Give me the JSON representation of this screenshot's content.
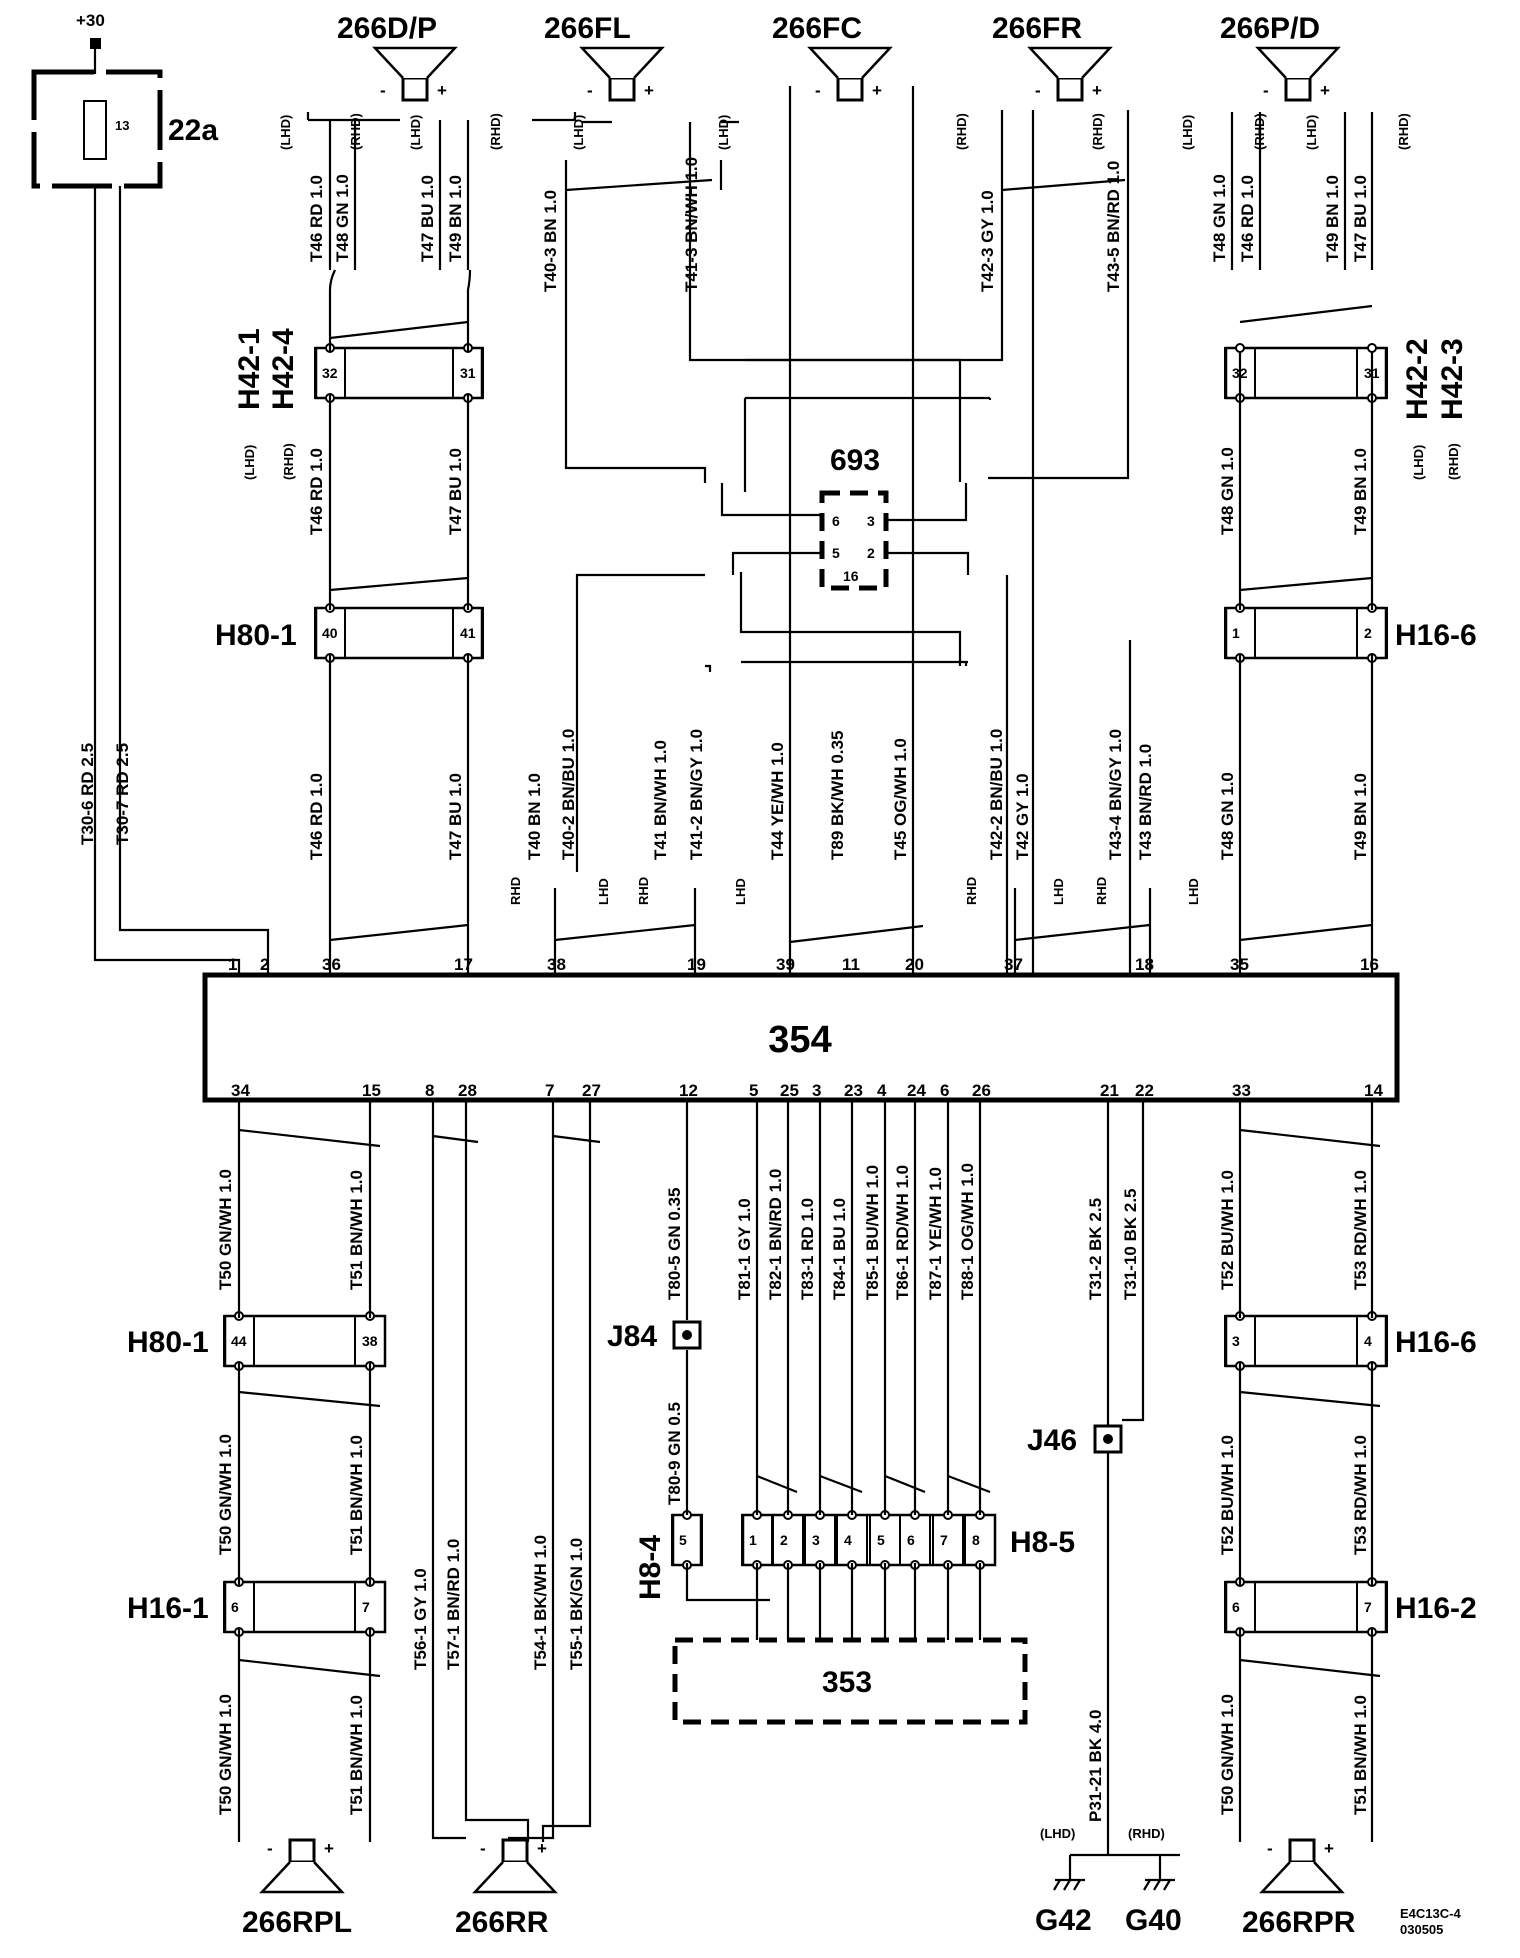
{
  "fuse": {
    "supply": "+30",
    "number": "13",
    "box": "22a"
  },
  "module_main": "354",
  "module_693": "693",
  "module_353": "353",
  "speakers_top": [
    "266D/P",
    "266FL",
    "266FC",
    "266FR",
    "266P/D"
  ],
  "speakers_bottom": [
    "266RPL",
    "266RR",
    "266RPR"
  ],
  "grounds": [
    "G42",
    "G40"
  ],
  "ground_variants": [
    "(LHD)",
    "(RHD)"
  ],
  "splices": [
    "J84",
    "J46"
  ],
  "drive_variants": {
    "lhd": "LHD",
    "rhd": "RHD",
    "lhd_p": "(LHD)",
    "rhd_p": "(RHD)"
  },
  "connectors": {
    "h42_left": [
      "H42-1",
      "H42-4"
    ],
    "h42_right": [
      "H42-2",
      "H42-3"
    ],
    "h80_1": "H80-1",
    "h16_6": "H16-6",
    "h16_1": "H16-1",
    "h16_2": "H16-2",
    "h8_4": "H8-4",
    "h8_5": "H8-5"
  },
  "pins": {
    "h42_left": [
      "32",
      "31"
    ],
    "h42_right": [
      "32",
      "31"
    ],
    "h80_top": [
      "40",
      "41"
    ],
    "h16_6_top": [
      "1",
      "2"
    ],
    "h80_bot": [
      "44",
      "38"
    ],
    "h16_6_bot": [
      "3",
      "4"
    ],
    "h16_1": [
      "6",
      "7"
    ],
    "h16_2": [
      "6",
      "7"
    ],
    "h8_4": "5",
    "h8_5": [
      "1",
      "2",
      "3",
      "4",
      "5",
      "6",
      "7",
      "8"
    ],
    "m693": [
      "6",
      "3",
      "5",
      "2",
      "16"
    ],
    "main_top": [
      "1",
      "2",
      "36",
      "17",
      "38",
      "19",
      "39",
      "11",
      "20",
      "37",
      "18",
      "35",
      "16"
    ],
    "main_bottom": [
      "34",
      "15",
      "8",
      "28",
      "7",
      "27",
      "12",
      "5",
      "25",
      "3",
      "23",
      "4",
      "24",
      "6",
      "26",
      "21",
      "22",
      "33",
      "14"
    ]
  },
  "polarity": {
    "minus": "-",
    "plus": "+"
  },
  "wire_labels_top": {
    "dp_lhd_m": "T46  RD  1.0",
    "dp_rhd_m": "T48  GN  1.0",
    "dp_lhd_p": "T47  BU  1.0",
    "dp_rhd_p": "T49  BN  1.0",
    "pd_lhd_m": "T48  GN  1.0",
    "pd_rhd_m": "T46  RD  1.0",
    "pd_lhd_p": "T49  BN  1.0",
    "pd_rhd_p": "T47  BU  1.0",
    "fl_m": "T40-3  BN  1.0",
    "fl_p": "T41-3  BN/WH  1.0",
    "fr_m": "T42-3  GY  1.0",
    "fr_p": "T43-5  BN/RD  1.0"
  },
  "wire_labels_mid": {
    "t46": "T46  RD  1.0",
    "t47": "T47  BU  1.0",
    "t48": "T48  GN  1.0",
    "t49": "T49  BN  1.0"
  },
  "wire_labels_low": {
    "t30_6": "T30-6  RD  2.5",
    "t30_7": "T30-7  RD  2.5",
    "t46": "T46  RD  1.0",
    "t47": "T47  BU  1.0",
    "t40": "T40  BN  1.0",
    "t40_2": "T40-2  BN/BU  1.0",
    "t41": "T41  BN/WH  1.0",
    "t41_2": "T41-2  BN/GY  1.0",
    "t44": "T44  YE/WH  1.0",
    "t89": "T89  BK/WH  0.35",
    "t45": "T45  OG/WH  1.0",
    "t42_2": "T42-2  BN/BU  1.0",
    "t42": "T42  GY  1.0",
    "t43_4": "T43-4  BN/GY  1.0",
    "t43": "T43  BN/RD  1.0",
    "t48": "T48  GN  1.0",
    "t49": "T49  BN  1.0"
  },
  "wire_labels_bottom": {
    "t50": "T50  GN/WH  1.0",
    "t51": "T51  BN/WH  1.0",
    "t56": "T56-1  GY  1.0",
    "t57": "T57-1  BN/RD  1.0",
    "t54": "T54-1  BK/WH  1.0",
    "t55": "T55-1  BK/GN  1.0",
    "t80_5": "T80-5  GN  0.35",
    "t80_9": "T80-9  GN  0.5",
    "t81": "T81-1  GY  1.0",
    "t82": "T82-1  BN/RD  1.0",
    "t83": "T83-1  RD  1.0",
    "t84": "T84-1  BU  1.0",
    "t85": "T85-1  BU/WH  1.0",
    "t86": "T86-1  RD/WH  1.0",
    "t87": "T87-1  YE/WH  1.0",
    "t88": "T88-1  OG/WH  1.0",
    "t31_2": "T31-2  BK  2.5",
    "t31_10": "T31-10  BK  2.5",
    "p31": "P31-21  BK  4.0",
    "t52": "T52  BU/WH  1.0",
    "t53": "T53  RD/WH  1.0"
  },
  "footer": {
    "code": "E4C13C-4",
    "date": "030505"
  }
}
